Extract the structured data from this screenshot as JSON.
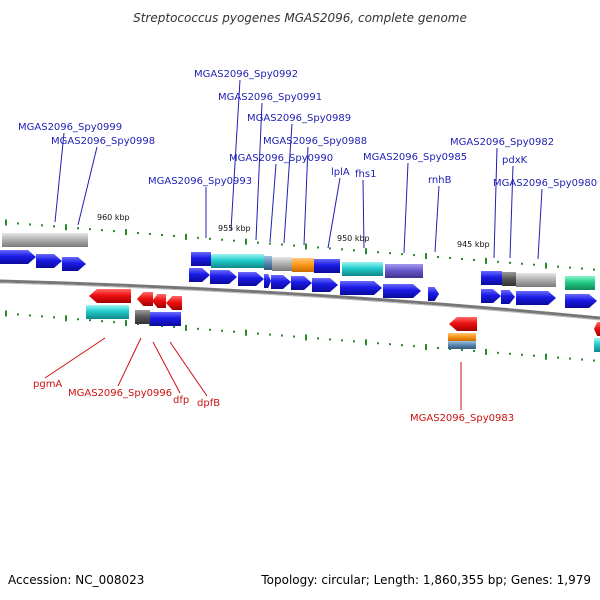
{
  "title": "Streptococcus pyogenes MGAS2096, complete genome",
  "footer": {
    "accession": "Accession: NC_008023",
    "topology": "Topology: circular; Length: 1,860,355 bp; Genes: 1,979"
  },
  "kbp_labels": [
    "960 kbp",
    "955 kbp",
    "950 kbp",
    "945 kbp"
  ],
  "colors": {
    "forward_label": "#1f1fb4",
    "reverse_label": "#cc1111",
    "blue_gene": "#1a1ae6",
    "red_gene": "#ee1111",
    "cyan_gene": "#22cccc",
    "gray_gene": "#b3b3b3",
    "orange_gene": "#ff9a1a",
    "purple_gene": "#6a5acd",
    "green_gene": "#22cc88",
    "tick_green": "#2a8a2a",
    "backbone": "#777777"
  },
  "forward_labels": [
    "MGAS2096_Spy0992",
    "MGAS2096_Spy0991",
    "MGAS2096_Spy0989",
    "MGAS2096_Spy0988",
    "MGAS2096_Spy0990",
    "MGAS2096_Spy0993",
    "MGAS2096_Spy0999",
    "MGAS2096_Spy0998",
    "MGAS2096_Spy0985",
    "lplA",
    "fhs1",
    "rnhB",
    "MGAS2096_Spy0982",
    "pdxK",
    "MGAS2096_Spy0980"
  ],
  "reverse_labels": [
    "pgmA",
    "MGAS2096_Spy0996",
    "dfp",
    "dpfB",
    "MGAS2096_Spy0983"
  ]
}
